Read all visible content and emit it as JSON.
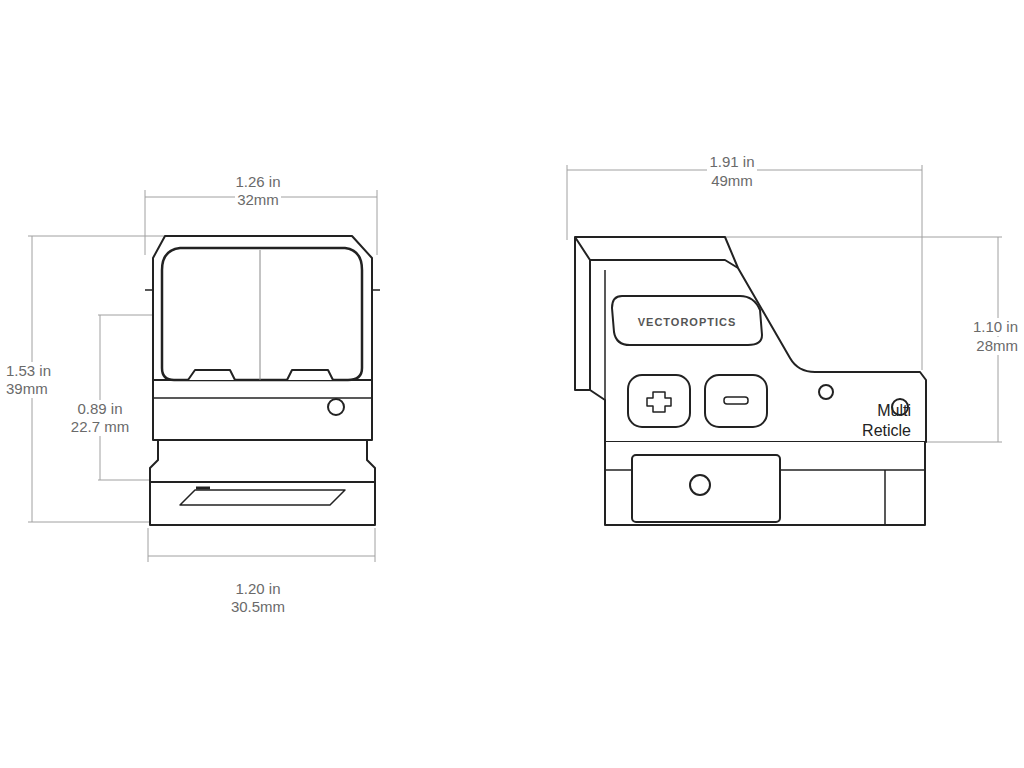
{
  "diagram": {
    "labels": [
      "1.26 in",
      "32mm",
      "1.91 in",
      "49mm",
      "1.53 in",
      "39mm",
      "0.89 in",
      "22.7 mm",
      "VECTOROPTICS",
      "1.10 in",
      "28mm",
      "Multi Reticle",
      "1.20 in",
      "30.5mm"
    ]
  }
}
